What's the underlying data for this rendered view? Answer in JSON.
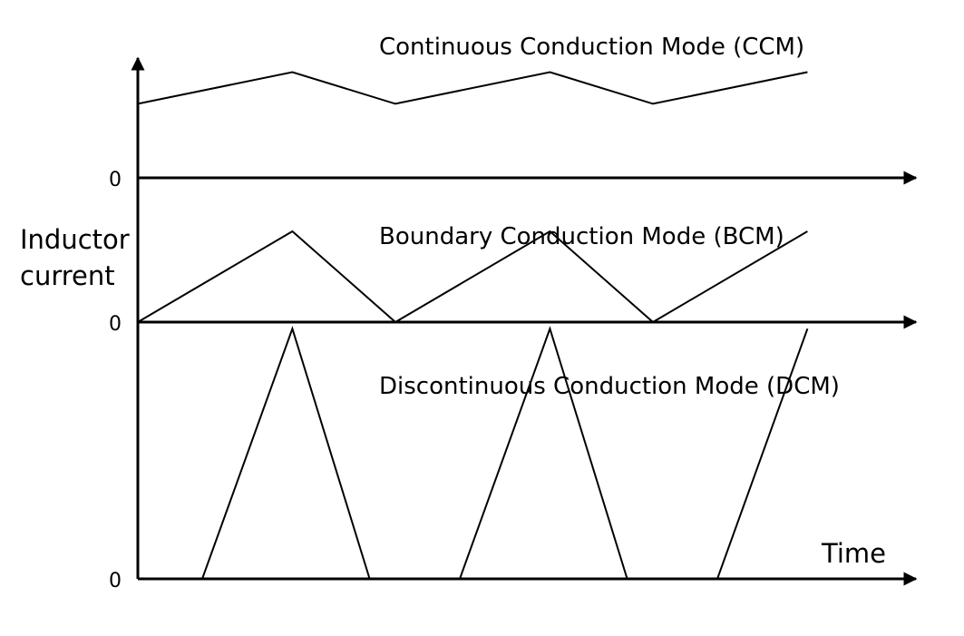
{
  "chart_data": {
    "type": "line",
    "ylabel_lines": [
      "Inductor",
      "current"
    ],
    "xlabel": "Time",
    "x_range": [
      0,
      3
    ],
    "panels": [
      {
        "title": "Continuous Conduction Mode (CCM)",
        "zero_label": "0",
        "ylim": [
          0,
          1.15
        ],
        "x": [
          0,
          0.6,
          1.0,
          1.6,
          2.0,
          2.6
        ],
        "y": [
          0.7,
          1.0,
          0.7,
          1.0,
          0.7,
          1.0
        ]
      },
      {
        "title": "Boundary Conduction Mode (BCM)",
        "zero_label": "0",
        "ylim": [
          0,
          1.15
        ],
        "x": [
          0,
          0.6,
          1.0,
          1.6,
          2.0,
          2.6
        ],
        "y": [
          0,
          1.0,
          0,
          1.0,
          0,
          1.0
        ]
      },
      {
        "title": "Discontinuous Conduction Mode (DCM)",
        "zero_label": "0",
        "ylim": [
          0,
          1.15
        ],
        "x": [
          0,
          0.25,
          0.6,
          0.9,
          1.25,
          1.6,
          1.9,
          2.25,
          2.6
        ],
        "y": [
          0,
          0,
          1.0,
          0,
          0,
          1.0,
          0,
          0,
          1.0
        ]
      }
    ]
  }
}
